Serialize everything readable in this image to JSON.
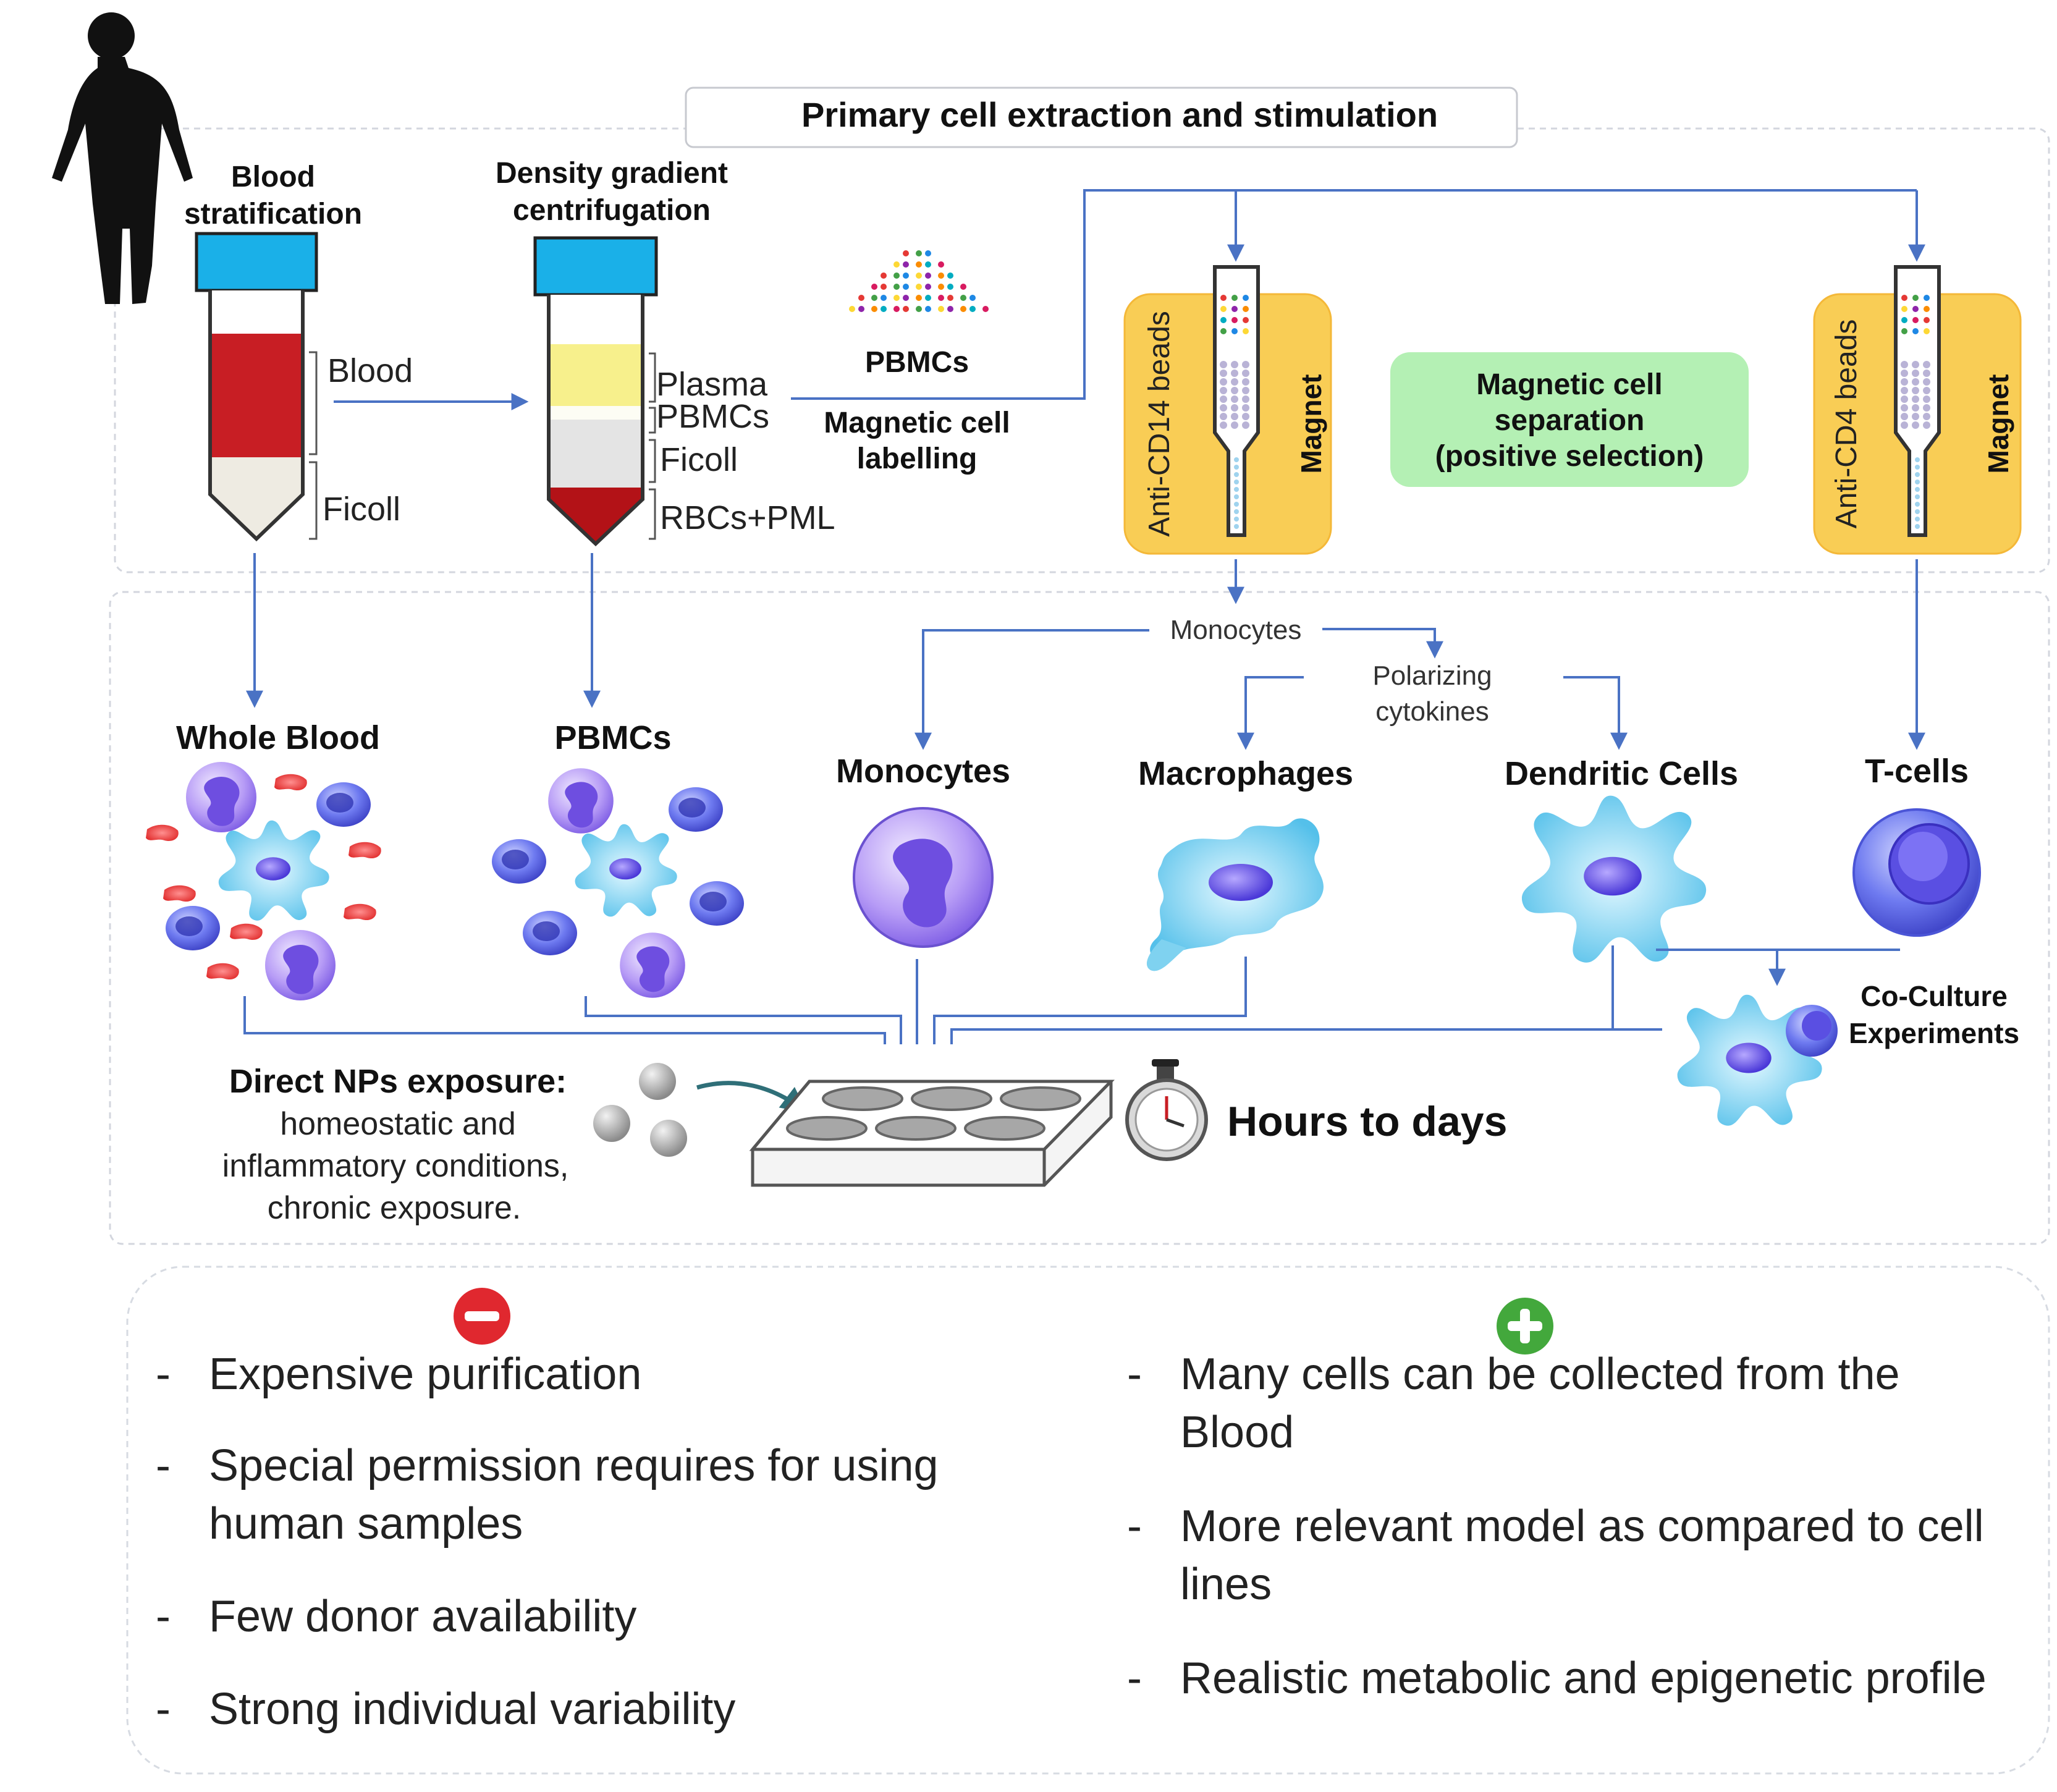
{
  "header": {
    "title": "Primary cell extraction and stimulation"
  },
  "tube1": {
    "label_line1": "Blood",
    "label_line2": "stratification",
    "layer_blood": "Blood",
    "layer_ficoll": "Ficoll"
  },
  "tube2": {
    "label_line1": "Density gradient",
    "label_line2": "centrifugation",
    "layer_plasma": "Plasma",
    "layer_pbmcs": "PBMCs",
    "layer_ficoll": "Ficoll",
    "layer_rbcs": "RBCs+PML"
  },
  "labelling": {
    "pbmcs": "PBMCs",
    "line1": "Magnetic cell",
    "line2": "labelling"
  },
  "column_cd14": {
    "beads": "Anti-CD14 beads",
    "magnet": "Magnet"
  },
  "column_cd4": {
    "beads": "Anti-CD4 beads",
    "magnet": "Magnet"
  },
  "separation": {
    "line1": "Magnetic cell",
    "line2": "separation",
    "line3": "(positive selection)"
  },
  "flow": {
    "monocytes": "Monocytes",
    "polarizing_line1": "Polarizing",
    "polarizing_line2": "cytokines"
  },
  "cells": {
    "whole_blood": "Whole Blood",
    "pbmcs": "PBMCs",
    "monocytes": "Monocytes",
    "macrophages": "Macrophages",
    "dendritic": "Dendritic Cells",
    "tcells": "T-cells"
  },
  "coculture": {
    "line1": "Co-Culture",
    "line2": "Experiments"
  },
  "exposure": {
    "title": "Direct NPs exposure:",
    "line1": "homeostatic and",
    "line2": "inflammatory conditions,",
    "line3": "chronic exposure."
  },
  "duration": "Hours to days",
  "cons": {
    "icon": "minus-icon",
    "items": [
      {
        "line1": "Expensive purification"
      },
      {
        "line1": "Special permission requires for using",
        "line2": "human samples"
      },
      {
        "line1": "Few donor availability"
      },
      {
        "line1": "Strong individual variability"
      }
    ]
  },
  "pros": {
    "icon": "plus-icon",
    "items": [
      {
        "line1": "Many cells can be collected from the",
        "line2": "Blood"
      },
      {
        "line1": "More relevant model as compared to cell",
        "line2": "lines"
      },
      {
        "line1": "Realistic metabolic and epigenetic profile"
      }
    ]
  },
  "colors": {
    "arrow": "#4a72c4",
    "tube_cap": "#1ab0e8",
    "blood": "#c81e24",
    "plasma": "#f7f08c",
    "magnet_box": "#f9cd55",
    "separation_box": "#b4f0b4",
    "minus": "#e0282f",
    "plus": "#43a83c",
    "cell_purple": "#8e6cf0",
    "cell_cyan": "#5ec8ee"
  }
}
